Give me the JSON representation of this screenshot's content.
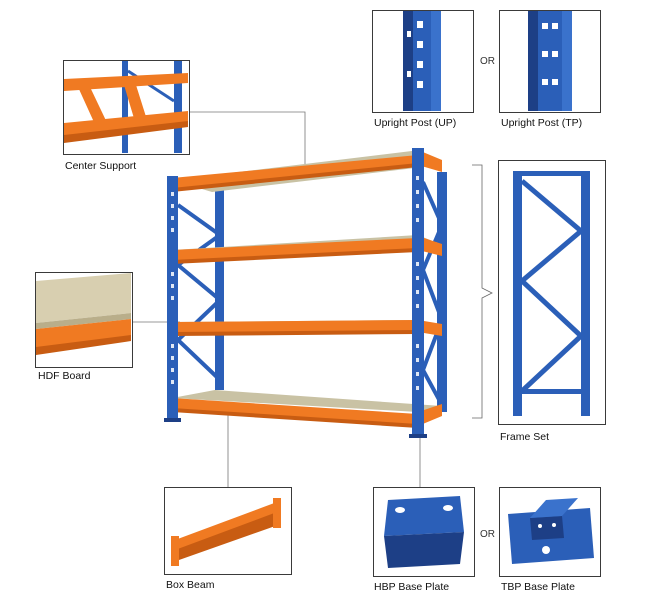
{
  "labels": {
    "center_support": "Center Support",
    "upright_up": "Upright Post (UP)",
    "upright_tp": "Upright Post (TP)",
    "or_top": "OR",
    "hdf_board": "HDF Board",
    "frame_set": "Frame Set",
    "box_beam": "Box Beam",
    "hbp_base_plate": "HBP Base Plate",
    "or_bottom": "OR",
    "tbp_base_plate": "TBP Base Plate"
  },
  "colors": {
    "blue": "#2b5fb8",
    "blue_dark": "#1d3f86",
    "orange": "#f07a22",
    "orange_dark": "#c85c12",
    "board": "#c9c2a4",
    "leader": "#777777"
  }
}
